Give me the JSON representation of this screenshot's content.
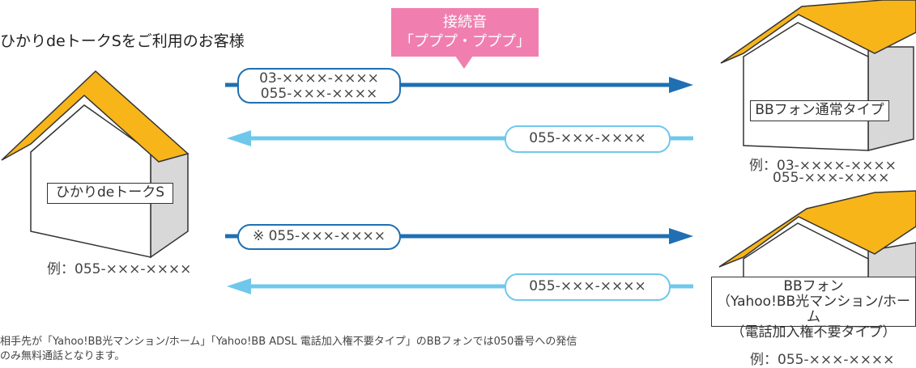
{
  "title": "ひかりdeトークSをご利用のお客様",
  "badge": {
    "line1": "接続音",
    "line2": "「プププ・プププ」"
  },
  "left_house": {
    "label": "ひかりdeトークS",
    "example": "例：055-×××-××××"
  },
  "house_top_right": {
    "label": "BBフォン通常タイプ",
    "example_line1": "例：03-××××-××××",
    "example_line2": "055-×××-××××"
  },
  "house_bottom_right": {
    "label_line1": "BBフォン",
    "label_line2": "（Yahoo!BB光マンション/ホーム",
    "label_line3": "（電話加入権不要タイプ）",
    "example": "例：055-×××-××××"
  },
  "arrows": {
    "top_out": {
      "line1": "03-××××-××××",
      "line2": "055-×××-××××"
    },
    "top_in": "055-×××-××××",
    "bottom_out": "※ 055-×××-××××",
    "bottom_in": "055-×××-××××"
  },
  "note": {
    "line1": "相手先が「Yahoo!BB光マンション/ホーム」「Yahoo!BB ADSL 電話加入権不要タイプ」のBBフォンでは050番号への発信",
    "line2": "のみ無料通話となります。"
  },
  "colors": {
    "roof": "#f7b51a",
    "wall": "#ffffff",
    "side": "#d8d8d8",
    "arrow_dark": "#1f6fb2",
    "arrow_light": "#6fc8ec",
    "badge": "#f07fb0"
  }
}
